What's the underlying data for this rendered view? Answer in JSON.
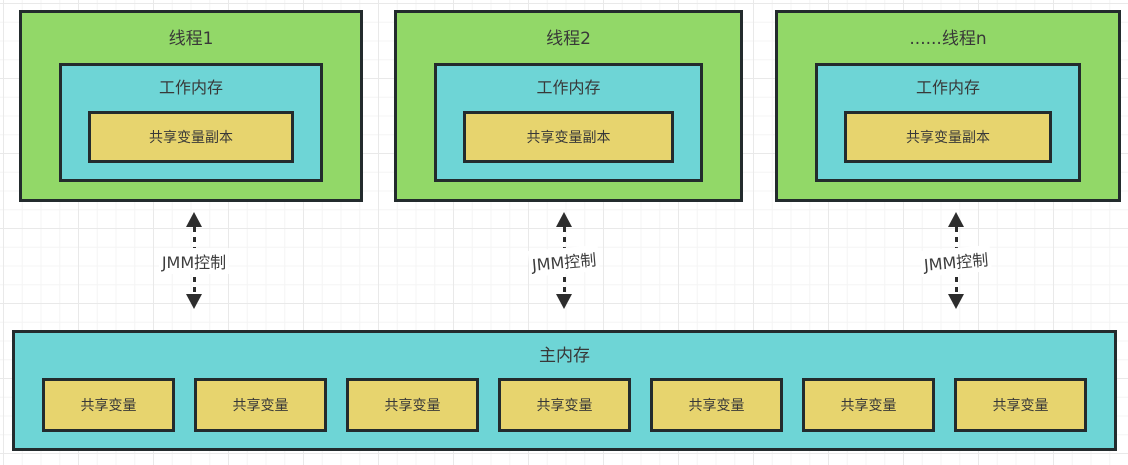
{
  "diagram": {
    "threads": [
      {
        "title": "线程1",
        "working_memory_label": "工作内存",
        "copy_label": "共享变量副本"
      },
      {
        "title": "线程2",
        "working_memory_label": "工作内存",
        "copy_label": "共享变量副本"
      },
      {
        "title": "......线程n",
        "working_memory_label": "工作内存",
        "copy_label": "共享变量副本"
      }
    ],
    "arrows": [
      {
        "label": "JMM控制"
      },
      {
        "label": "JMM控制"
      },
      {
        "label": "JMM控制"
      }
    ],
    "main_memory": {
      "title": "主内存",
      "variables": [
        "共享变量",
        "共享变量",
        "共享变量",
        "共享变量",
        "共享变量",
        "共享变量",
        "共享变量"
      ]
    },
    "colors": {
      "thread_fill": "#92d868",
      "memory_fill": "#6ed5d6",
      "variable_fill": "#e7d46e",
      "border": "#232b2d",
      "arrow": "#2d2d2d",
      "text": "#383838"
    }
  }
}
